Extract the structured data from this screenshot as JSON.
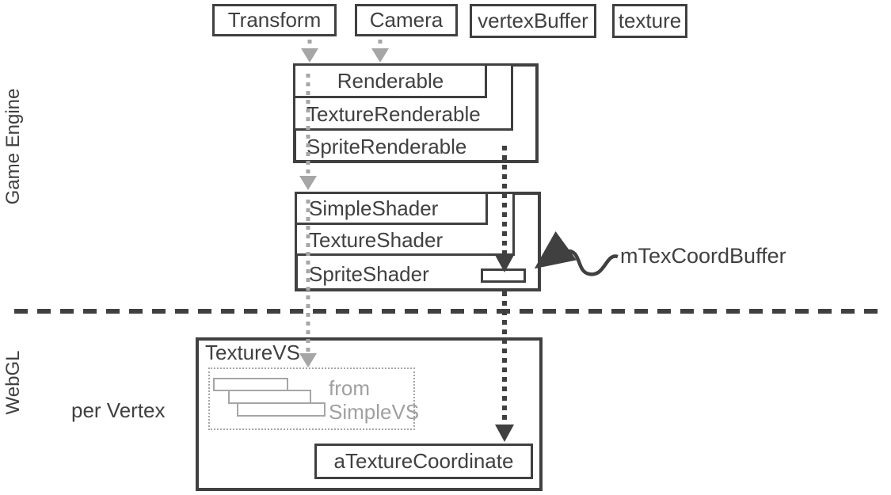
{
  "diagram": {
    "regions": {
      "game_engine_label": "Game Engine",
      "webgl_label": "WebGL",
      "per_vertex_label": "per Vertex"
    },
    "inputs": [
      {
        "label": "Transform"
      },
      {
        "label": "Camera"
      },
      {
        "label": "vertexBuffer"
      },
      {
        "label": "texture"
      }
    ],
    "renderable_stack": {
      "base": "Renderable",
      "middle": "TextureRenderable",
      "outer": "SpriteRenderable"
    },
    "shader_stack": {
      "base": "SimpleShader",
      "middle": "TextureShader",
      "outer": "SpriteShader"
    },
    "buffer_annotation": "mTexCoordBuffer",
    "vertex_shader": {
      "title": "TextureVS",
      "snippet_note_line1": "from",
      "snippet_note_line2": "SimpleVS",
      "attribute": "aTextureCoordinate"
    },
    "colors": {
      "dark": "#404040",
      "light": "#a6a6a6"
    }
  }
}
